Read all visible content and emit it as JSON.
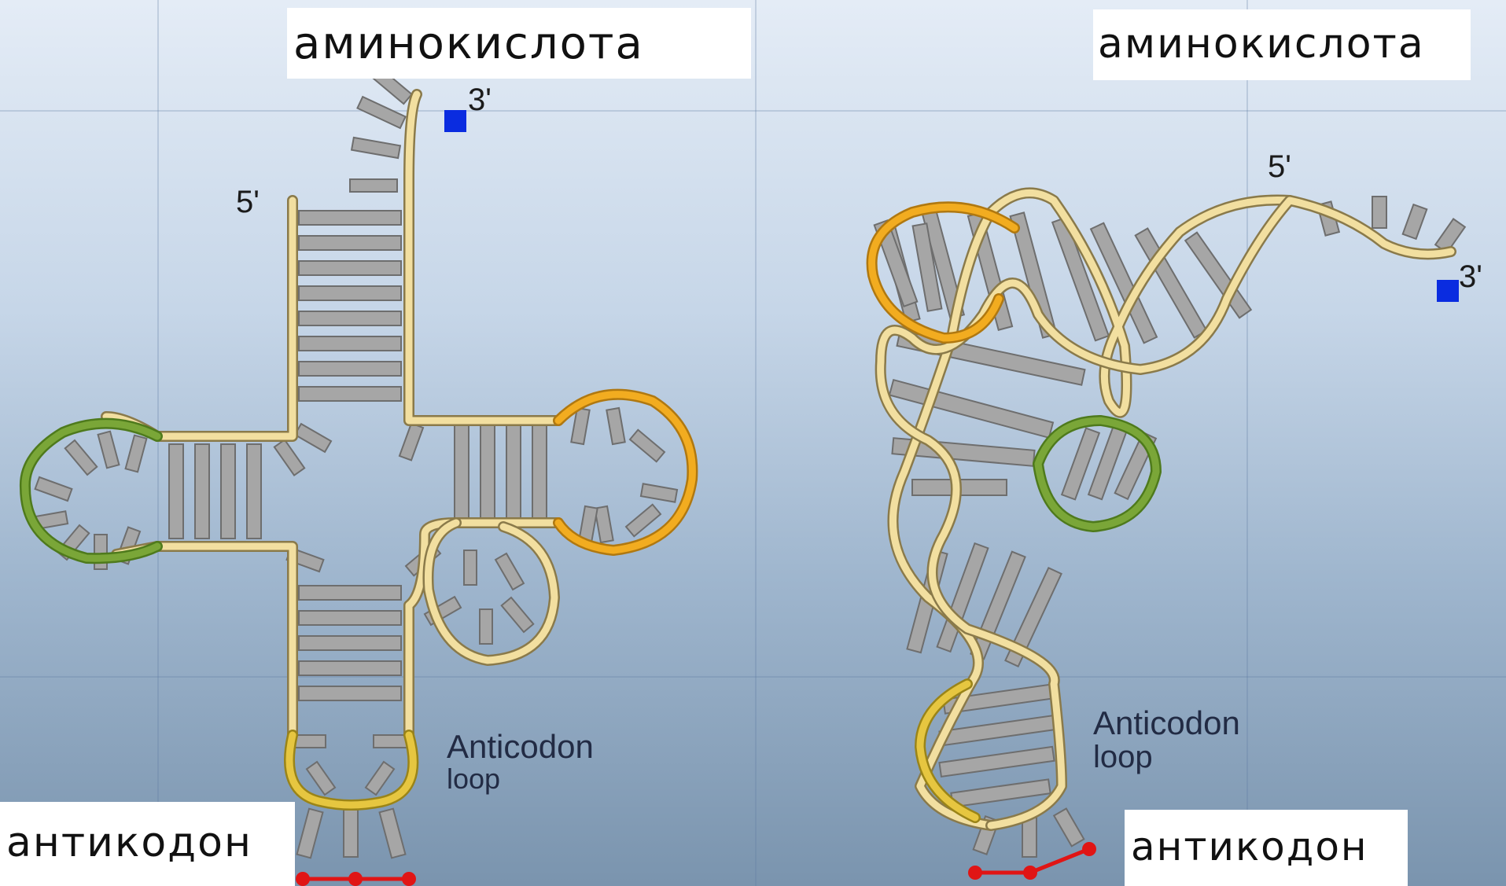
{
  "left": {
    "top_label": "аминокислота",
    "bottom_label": "антикодон",
    "five_prime": "5'",
    "three_prime": "3'",
    "anticodon_loop_line1": "Anticodon",
    "anticodon_loop_line2": "loop"
  },
  "right": {
    "top_label": "аминокислота",
    "bottom_label": "антикодон",
    "five_prime": "5'",
    "three_prime": "3'",
    "anticodon_loop_line1": "Anticodon",
    "anticodon_loop_line2": "loop"
  },
  "colors": {
    "backbone": "#f2dfa0",
    "backbone_edge": "#8a7a4a",
    "base": "#a6a6a6",
    "d_loop": "#6f9e2c",
    "t_loop": "#f0a818",
    "anticodon_loop": "#e3c23a",
    "marker_blue": "#0a2ce0",
    "codon_red": "#e01515"
  }
}
